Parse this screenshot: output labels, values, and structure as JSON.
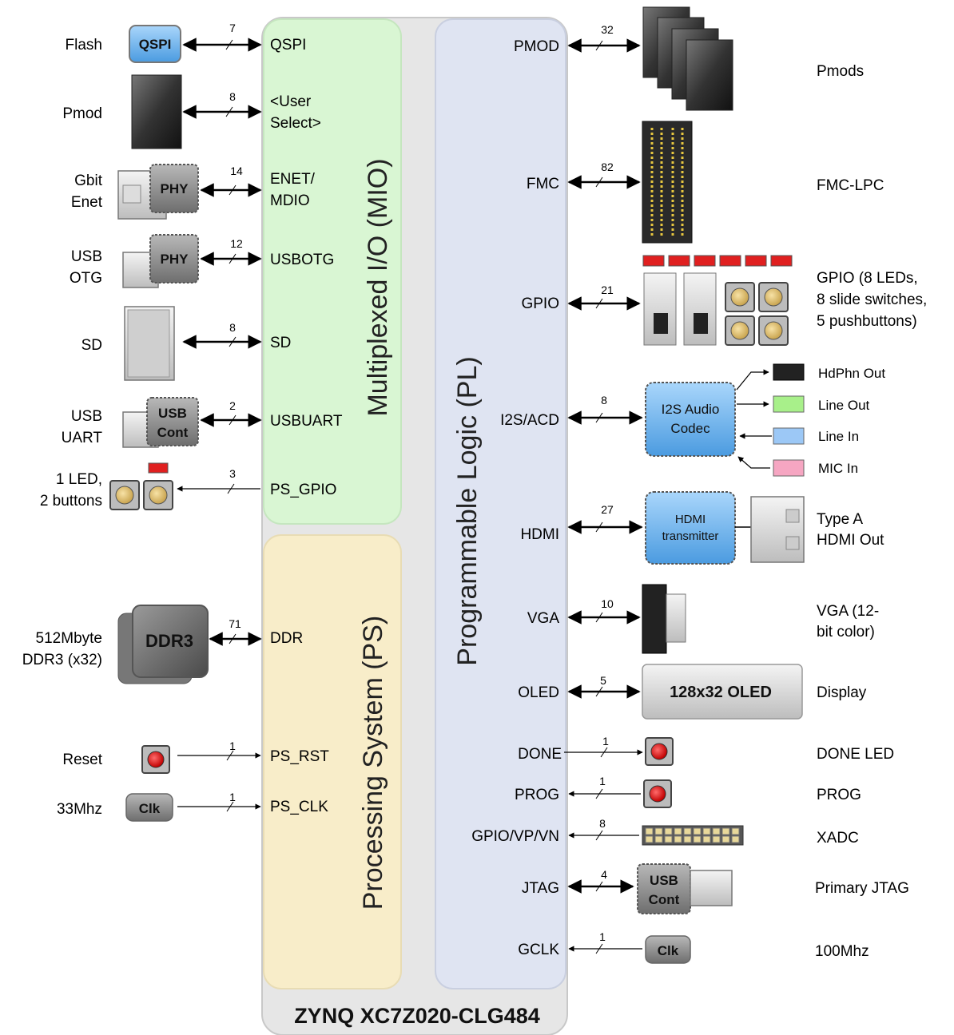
{
  "chip": {
    "name": "ZYNQ XC7Z020-CLG484",
    "mio_title": "Multiplexed I/O (MIO)",
    "ps_title": "Processing System (PS)",
    "pl_title": "Programmable Logic (PL)"
  },
  "colors": {
    "mio_fill": "#d8f5d2",
    "ps_fill": "#f8ecc8",
    "pl_fill": "#dde3f1",
    "chip_fill": "#e8e8e8",
    "blue_chip": "#6fb2ec",
    "red_led": "#e02020",
    "line_out_green": "#a8f08a",
    "line_in_blue": "#9cc8f6",
    "mic_pink": "#f6a6c2"
  },
  "left_blocks": [
    {
      "id": "flash",
      "labels": [
        "Flash"
      ],
      "pin": "QSPI",
      "count": "7",
      "dir": "both",
      "chip_label": [
        "QSPI"
      ]
    },
    {
      "id": "pmod",
      "labels": [
        "Pmod"
      ],
      "pin": "<User",
      "pin2": "Select>",
      "count": "8",
      "dir": "both"
    },
    {
      "id": "enet",
      "labels": [
        "Gbit",
        "Enet"
      ],
      "pin": "ENET/",
      "pin2": "MDIO",
      "count": "14",
      "dir": "both",
      "chip_label": [
        "PHY"
      ]
    },
    {
      "id": "usbotg",
      "labels": [
        "USB",
        "OTG"
      ],
      "pin": "USBOTG",
      "count": "12",
      "dir": "both",
      "chip_label": [
        "PHY"
      ]
    },
    {
      "id": "sd",
      "labels": [
        "SD"
      ],
      "pin": "SD",
      "count": "8",
      "dir": "both"
    },
    {
      "id": "usbuart",
      "labels": [
        "USB",
        "UART"
      ],
      "pin": "USBUART",
      "count": "2",
      "dir": "both",
      "chip_label": [
        "USB",
        "Cont"
      ]
    },
    {
      "id": "psgpio",
      "labels": [
        "1 LED,",
        "2 buttons"
      ],
      "pin": "PS_GPIO",
      "count": "3",
      "dir": "left"
    },
    {
      "id": "ddr",
      "labels": [
        "512Mbyte",
        "DDR3 (x32)"
      ],
      "pin": "DDR",
      "count": "71",
      "dir": "both",
      "chip_label": [
        "DDR3"
      ]
    },
    {
      "id": "reset",
      "labels": [
        "Reset"
      ],
      "pin": "PS_RST",
      "count": "1",
      "dir": "right"
    },
    {
      "id": "clk33",
      "labels": [
        "33Mhz"
      ],
      "pin": "PS_CLK",
      "count": "1",
      "dir": "right",
      "chip_label": [
        "Clk"
      ]
    }
  ],
  "right_blocks": [
    {
      "id": "pmods",
      "pin": "PMOD",
      "count": "32",
      "dir": "both",
      "labels": [
        "Pmods"
      ]
    },
    {
      "id": "fmc",
      "pin": "FMC",
      "count": "82",
      "dir": "both",
      "labels": [
        "FMC-LPC"
      ]
    },
    {
      "id": "gpio",
      "pin": "GPIO",
      "count": "21",
      "dir": "both",
      "labels": [
        "GPIO (8 LEDs,",
        "8 slide switches,",
        "5 pushbuttons)"
      ]
    },
    {
      "id": "i2s",
      "pin": "I2S/ACD",
      "count": "8",
      "dir": "both",
      "chip_label": [
        "I2S Audio",
        "Codec"
      ]
    },
    {
      "id": "hdmi",
      "pin": "HDMI",
      "count": "27",
      "dir": "both",
      "chip_label": [
        "HDMI",
        "transmitter"
      ],
      "labels": [
        "Type A",
        "HDMI Out"
      ]
    },
    {
      "id": "vga",
      "pin": "VGA",
      "count": "10",
      "dir": "both",
      "labels": [
        "VGA (12-",
        "bit color)"
      ]
    },
    {
      "id": "oled",
      "pin": "OLED",
      "count": "5",
      "dir": "both",
      "chip_label": [
        "128x32 OLED"
      ],
      "labels": [
        "Display"
      ]
    },
    {
      "id": "done",
      "pin": "DONE",
      "count": "1",
      "dir": "right",
      "labels": [
        "DONE LED"
      ]
    },
    {
      "id": "prog",
      "pin": "PROG",
      "count": "1",
      "dir": "left",
      "labels": [
        "PROG"
      ]
    },
    {
      "id": "xadc",
      "pin": "GPIO/VP/VN",
      "count": "8",
      "dir": "left",
      "labels": [
        "XADC"
      ]
    },
    {
      "id": "jtag",
      "pin": "JTAG",
      "count": "4",
      "dir": "both",
      "chip_label": [
        "USB",
        "Cont"
      ],
      "labels": [
        "Primary JTAG"
      ]
    },
    {
      "id": "gclk",
      "pin": "GCLK",
      "count": "1",
      "dir": "left",
      "chip_label": [
        "Clk"
      ],
      "labels": [
        "100Mhz"
      ]
    }
  ],
  "audio_jacks": [
    "HdPhn Out",
    "Line Out",
    "Line In",
    "MIC In"
  ]
}
